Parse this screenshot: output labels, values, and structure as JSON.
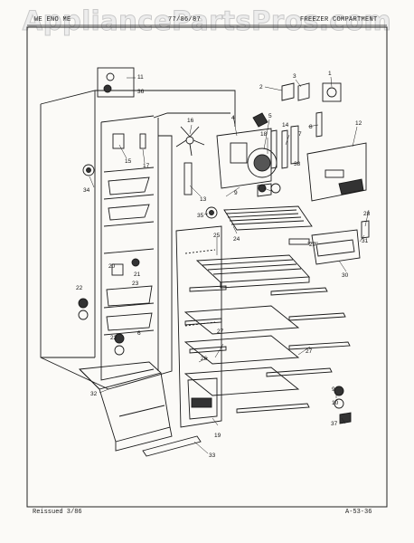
{
  "watermark": "AppliancePartsPros.com",
  "header": {
    "left": "WE ENO ME",
    "middle": "77/86/87",
    "right": "FREEZER COMPARTMENT"
  },
  "footer": {
    "left": "Reissued 3/86",
    "right": "A-53-36"
  },
  "callouts": [
    "1",
    "2",
    "3",
    "4",
    "5",
    "6",
    "7",
    "8",
    "9",
    "10",
    "11",
    "12",
    "13",
    "14",
    "15",
    "16",
    "17",
    "18",
    "19",
    "20",
    "21",
    "22",
    "23",
    "24",
    "25",
    "26",
    "27",
    "28",
    "29",
    "30",
    "31",
    "32",
    "33",
    "34",
    "35",
    "36",
    "37",
    "38"
  ],
  "colors": {
    "ink": "#1a1a1a",
    "paper": "#fbfaf7",
    "frame": "#222222"
  }
}
